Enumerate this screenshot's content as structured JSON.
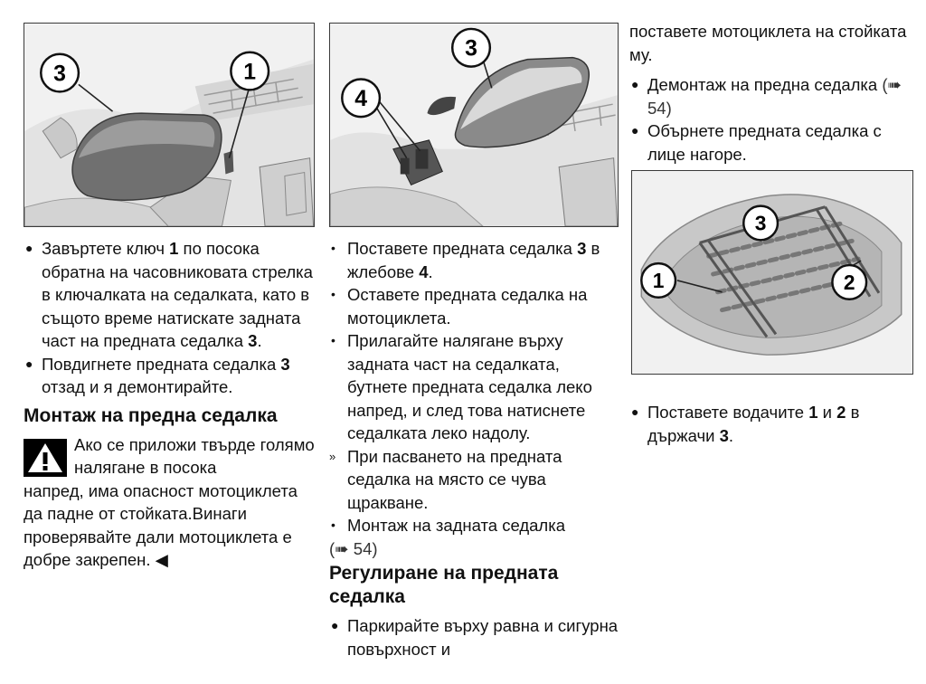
{
  "col1": {
    "figure_callouts": [
      "3",
      "1"
    ],
    "bullets": [
      {
        "parts": [
          "Завъртете ключ ",
          "1",
          " по посока обратна на часовниковата стрелка в ключалката на седалката, като в същото време натискате задната част на предната седалка ",
          "3",
          "."
        ]
      },
      {
        "parts": [
          "Повдигнете предната седалка ",
          "3",
          " отзад и я демонтирайте."
        ]
      }
    ],
    "heading": "Монтаж на предна седалка",
    "warning_first": "Ако се приложи твърде голямо налягане в посока",
    "warning_rest": "напред, има опасност мотоциклета да падне от стойката.Винаги проверявайте дали мотоциклета е добре закрепен.",
    "warning_end_mark": "◀"
  },
  "col2": {
    "figure_callouts": [
      "3",
      "4"
    ],
    "items": [
      {
        "marker": "•",
        "parts": [
          "Поставете предната седалка ",
          "3",
          " в жлебове ",
          "4",
          "."
        ]
      },
      {
        "marker": "•",
        "parts": [
          "Оставете предната седалка на мотоциклета."
        ]
      },
      {
        "marker": "•",
        "parts": [
          "Прилагайте налягане върху задната част на седалката, бутнете предната седалка леко напред, и след това натиснете седалката леко надолу."
        ]
      },
      {
        "marker": "»",
        "parts": [
          "При пасването на предната седалка на място се чува щракване."
        ]
      },
      {
        "marker": "•",
        "parts": [
          "Монтаж на задната седалка"
        ]
      }
    ],
    "ref": "(➠ 54)",
    "heading": "Регулиране на предната седалка",
    "last_bullet": "Паркирайте върху равна и сигурна повърхност и"
  },
  "col3": {
    "top_text": "поставете мотоциклета на стойката му.",
    "bullets": [
      {
        "text": "Демонтаж на предна седалка",
        "ref": "(➠ 54)"
      },
      {
        "text": "Обърнете предната седалка с лице нагоре.",
        "ref": ""
      }
    ],
    "figure_callouts": [
      "3",
      "1",
      "2"
    ],
    "final_bullet": {
      "parts": [
        "Поставете водачите ",
        "1",
        " и ",
        "2",
        " в държачи ",
        "3",
        "."
      ]
    }
  }
}
